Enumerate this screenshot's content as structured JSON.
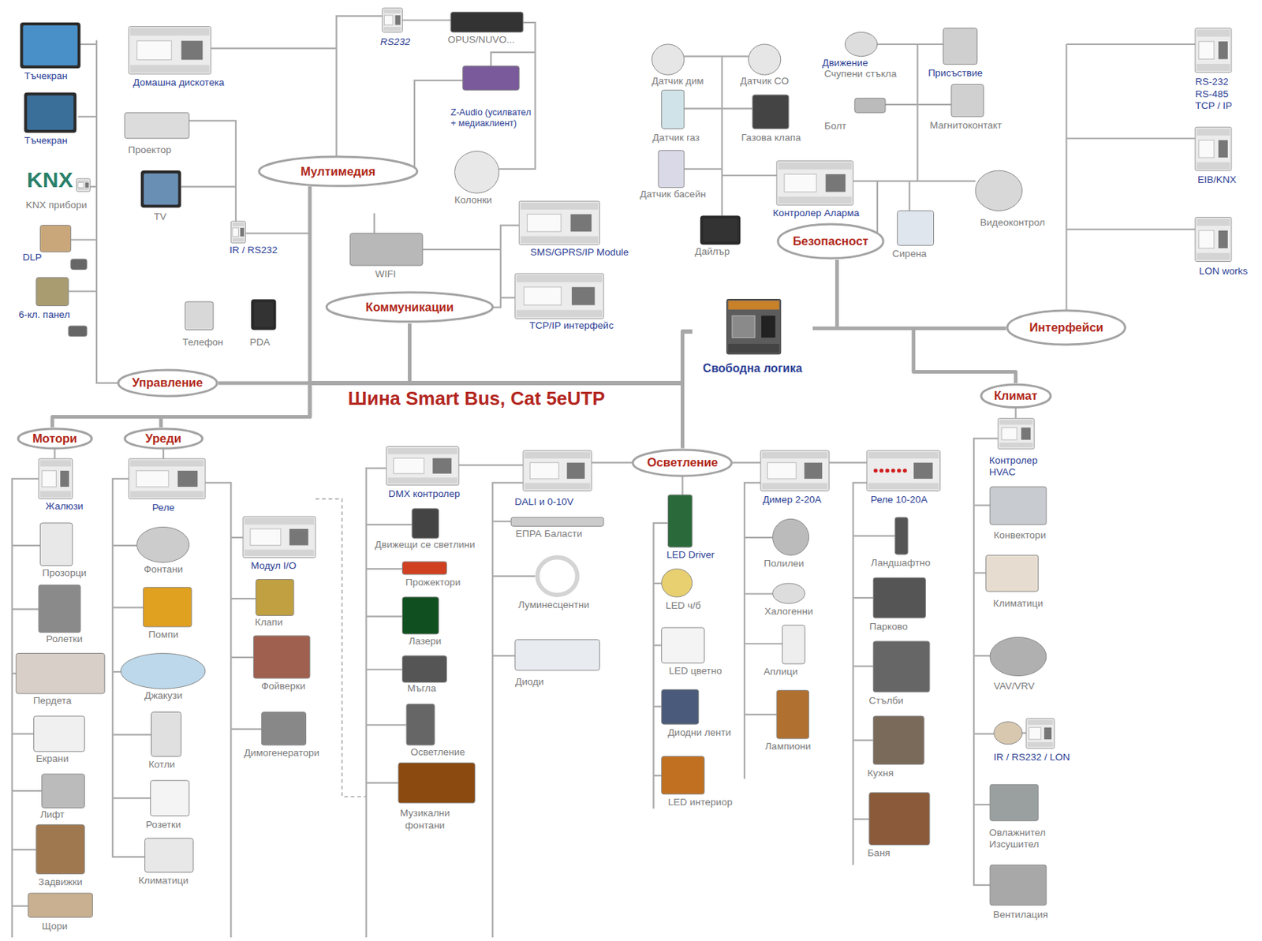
{
  "diagram": {
    "nodes": [
      {
        "text": [
          "Мултимедия"
        ]
      },
      {
        "text": [
          "Безопасност"
        ]
      },
      {
        "text": [
          "Коммуникации"
        ]
      },
      {
        "text": [
          "Свободна логика"
        ]
      },
      {
        "text": [
          "Интерфейси"
        ]
      },
      {
        "text": [
          "Управление"
        ]
      },
      {
        "text": [
          "Климат"
        ]
      },
      {
        "text": [
          "Мотори"
        ]
      },
      {
        "text": [
          "Уреди"
        ]
      },
      {
        "text": [
          "Осветление"
        ]
      }
    ],
    "edges": [
      {
        "from": 0,
        "to": 3,
        "arrow": "none"
      },
      {
        "from": 1,
        "to": 3,
        "arrow": "none"
      },
      {
        "from": 2,
        "to": 3,
        "arrow": "none"
      },
      {
        "from": 4,
        "to": 3,
        "arrow": "none"
      },
      {
        "from": 5,
        "to": 3,
        "arrow": "none"
      },
      {
        "from": 6,
        "to": 3,
        "arrow": "none"
      },
      {
        "from": 7,
        "to": 3,
        "arrow": "none"
      },
      {
        "from": 8,
        "to": 3,
        "arrow": "none"
      },
      {
        "from": 9,
        "to": 3,
        "arrow": "none"
      }
    ],
    "labels": [
      "Тъчекран",
      "Тъчекран",
      "KNX",
      "KNX прибори",
      "DLP",
      "6-кл. панел",
      "Телефон",
      "PDA",
      "Домашна дискотека",
      "Проектор",
      "TV",
      "IR / RS232",
      "RS232",
      "OPUS/NUVO...",
      "Z-Audio (усилвател + медиаклиент)",
      "Колонки",
      "WIFI",
      "SMS/GPRS/IP Module",
      "TCP/IP интерфейс",
      "Датчик дим",
      "Датчик CO",
      "Движение",
      "Счупени стъкла",
      "Присъствие",
      "Датчик газ",
      "Газова клапа",
      "Болт",
      "Магнитоконтакт",
      "Датчик басейн",
      "Контролер Аларма",
      "Видеоконтрол",
      "Дайлър",
      "Сирена",
      "RS-232 RS-485 TCP / IP",
      "EIB/KNX",
      "LON works",
      "Шина Smart Bus, Cat 5eUTP",
      "Жалюзи",
      "Прозорци",
      "Ролетки",
      "Пердета",
      "Екрани",
      "Лифт",
      "Задвижки",
      "Щори",
      "Реле",
      "Фонтани",
      "Помпи",
      "Джакузи",
      "Котли",
      "Розетки",
      "Климатици",
      "Модул I/O",
      "Клапи",
      "Фойверки",
      "Димогенератори",
      "DMX контролер",
      "Движещи се светлини",
      "Прожектори",
      "Лазери",
      "Мъгла",
      "Осветление",
      "Музикални фонтани",
      "DALI и 0-10V",
      "ЕПРА Баласти",
      "Луминесцентни",
      "Диоди",
      "LED Driver",
      "LED ч/б",
      "LED цветно",
      "Диодни ленти",
      "LED интериор",
      "Димер 2-20А",
      "Полилеи",
      "Халогенни",
      "Аплици",
      "Лампиони",
      "Реле 10-20А",
      "Ландшафтно",
      "Парково",
      "Стълби",
      "Кухня",
      "Баня",
      "Контролер HVAC",
      "Конвектори",
      "Климатици",
      "VAV/VRV",
      "IR / RS232 / LON",
      "Овлажнител Изсушител",
      "Вентилация"
    ]
  }
}
